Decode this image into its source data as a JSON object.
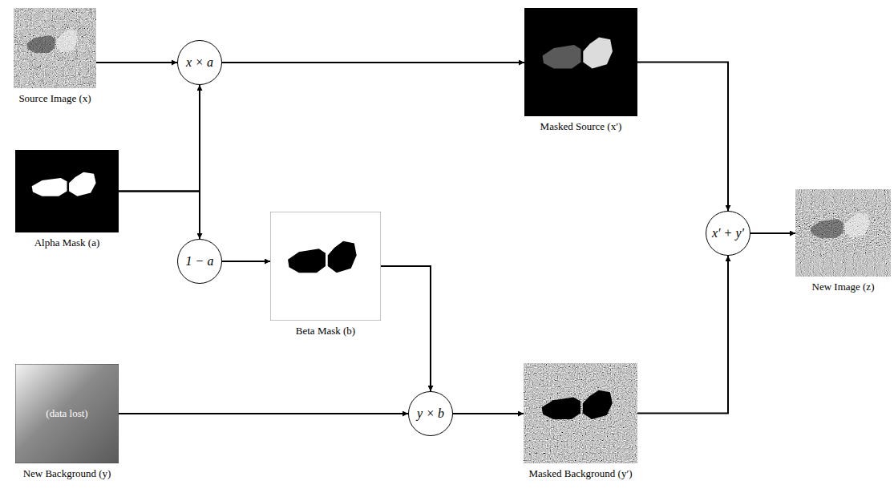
{
  "diagram": {
    "nodes": [
      {
        "text": [
          "Source Image (x)"
        ]
      },
      {
        "text": [
          "x × a"
        ]
      },
      {
        "text": [
          "Masked Source (x′)"
        ]
      },
      {
        "text": [
          "Alpha Mask (a)"
        ]
      },
      {
        "text": [
          "1 − a"
        ]
      },
      {
        "text": [
          "Beta Mask (b)"
        ]
      },
      {
        "text": [
          "x′ + y′"
        ]
      },
      {
        "text": [
          "New Image (z)"
        ]
      },
      {
        "text": [
          "(data lost)",
          "New Background (y)"
        ]
      },
      {
        "text": [
          "y × b"
        ]
      },
      {
        "text": [
          "Masked Background (y′)"
        ]
      }
    ],
    "edges": [
      {
        "from": 0,
        "to": 1,
        "arrow": "to"
      },
      {
        "from": 3,
        "to": 1,
        "arrow": "to"
      },
      {
        "from": 3,
        "to": 4,
        "arrow": "to"
      },
      {
        "from": 1,
        "to": 2,
        "arrow": "to"
      },
      {
        "from": 4,
        "to": 5,
        "arrow": "to"
      },
      {
        "from": 5,
        "to": 9,
        "arrow": "to"
      },
      {
        "from": 8,
        "to": 9,
        "arrow": "to"
      },
      {
        "from": 9,
        "to": 10,
        "arrow": "to"
      },
      {
        "from": 2,
        "to": 6,
        "arrow": "to"
      },
      {
        "from": 10,
        "to": 6,
        "arrow": "to"
      },
      {
        "from": 6,
        "to": 7,
        "arrow": "to"
      }
    ]
  }
}
